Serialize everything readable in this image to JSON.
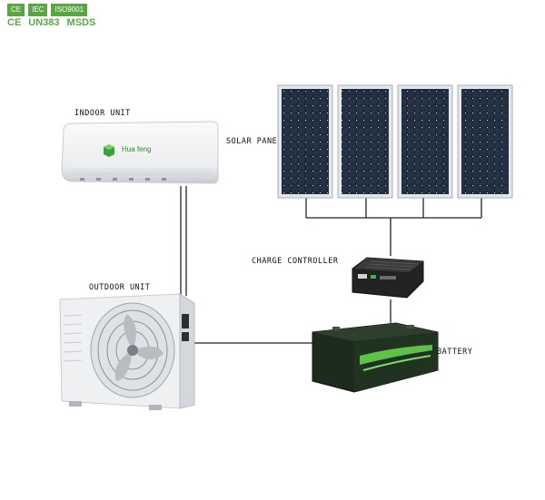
{
  "certs": {
    "top": [
      "CE",
      "IEC",
      "ISO9001"
    ],
    "bottom": [
      "CE",
      "UN383",
      "MSDS"
    ]
  },
  "labels": {
    "indoor": "INDOOR UNIT",
    "solar": "SOLAR PANEL",
    "controller": "CHARGE CONTROLLER",
    "outdoor": "OUTDOOR UNIT",
    "battery": "BATTERY"
  },
  "indoor_brand": "Hua feng",
  "colors": {
    "accent": "#5aa647",
    "wire": "#222222",
    "panel": "#1b2533"
  }
}
